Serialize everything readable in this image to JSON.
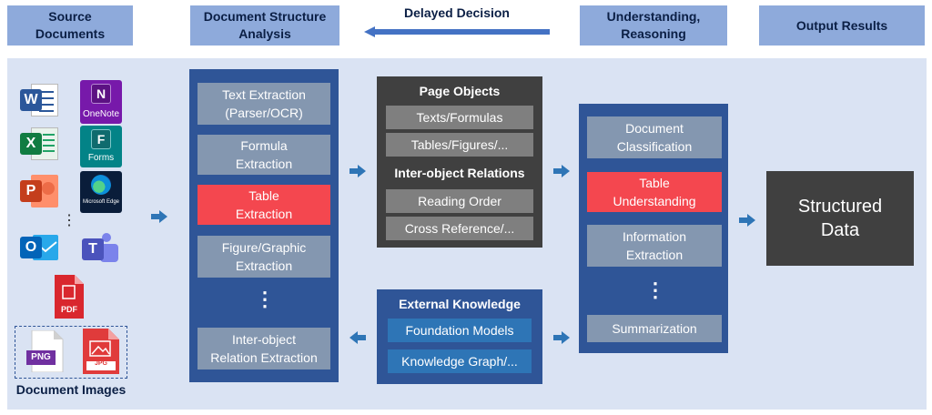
{
  "headers": {
    "source": "Source\nDocuments",
    "structure": "Document Structure\nAnalysis",
    "delayed": "Delayed Decision",
    "understanding": "Understanding,\nReasoning",
    "output": "Output Results"
  },
  "source_icons": {
    "word": "W",
    "onenote_letter": "N",
    "onenote_label": "OneNote",
    "excel": "X",
    "forms_letter": "F",
    "forms_label": "Forms",
    "powerpoint": "P",
    "edge_label": "Microsoft Edge",
    "dots": "⋮",
    "outlook": "O",
    "teams": "T",
    "pdf": "PDF",
    "png": "PNG",
    "jpg": "JPG"
  },
  "document_images_label": "Document Images",
  "structure_steps": [
    "Text Extraction\n(Parser/OCR)",
    "Formula\nExtraction",
    "Table\nExtraction",
    "Figure/Graphic\nExtraction",
    "Inter-object\nRelation Extraction"
  ],
  "structure_dots": "⋮",
  "page_objects": {
    "title": "Page Objects",
    "items": [
      "Texts/Formulas",
      "Tables/Figures/..."
    ],
    "relations_title": "Inter-object  Relations",
    "relations": [
      "Reading Order",
      "Cross Reference/..."
    ]
  },
  "external_knowledge": {
    "title": "External Knowledge",
    "items": [
      "Foundation Models",
      "Knowledge Graph/..."
    ]
  },
  "understanding_steps": [
    "Document\nClassification",
    "Table\nUnderstanding",
    "Information\nExtraction",
    "Summarization"
  ],
  "understanding_dots": "⋮",
  "output": "Structured\nData",
  "colors": {
    "header": "#8eaadb",
    "panel": "#dae3f3",
    "column": "#2f5597",
    "highlight": "#f4474f",
    "dark": "#404040",
    "arrow": "#2e75b6"
  }
}
